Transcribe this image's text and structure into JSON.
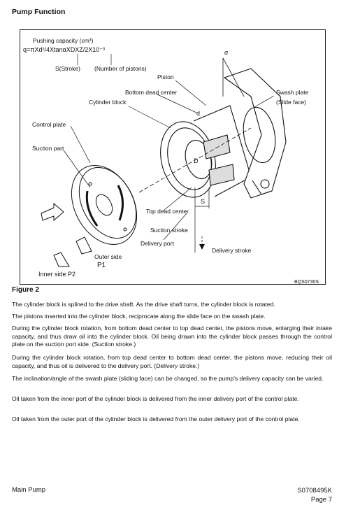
{
  "section_title": "Pump Function",
  "figure": {
    "formula_title": "Pushing capacity (cm³)",
    "formula": "q=πXd²/4XtanαXDXZ/2X10⁻³",
    "formula_s_label": "S(Stroke)",
    "formula_z_label": "(Number of pistons)",
    "labels": {
      "piston": "Piston",
      "bottom_dead_center": "Bottom dead center",
      "cylinder_block": "Cylinder block",
      "swash_plate": "Swash plate",
      "slide_face": "(Slide face)",
      "control_plate": "Control plate",
      "suction_part": "Suction part",
      "top_dead_center": "Top dead center",
      "suction_stroke": "Suction stroke",
      "delivery_port": "Delivery port",
      "delivery_stroke": "Delivery stroke",
      "outer_side": "Outer side",
      "p1": "P1",
      "inner_side": "Inner side P2",
      "alpha": "α",
      "d": "d",
      "d_upper": "D",
      "s": "S",
      "code": "BQS0730S"
    },
    "caption": "Figure 2"
  },
  "paragraphs": [
    "The cylinder block is splined to the drive shaft. As the drive shaft turns, the cylinder block is rotated.",
    "The pistons inserted into the cylinder block, reciprocate along the slide face on the swash plate.",
    "During the cylinder block rotation, from bottom dead center to top dead center, the pistons move, enlarging their intake capacity, and thus draw oil into the cylinder block. Oil being drawn into the cylinder block passes through the control plate on the suction port side. (Suction stroke.)",
    "During the cylinder block rotation, from top dead center to bottom dead center, the pistons move, reducing their oil capacity, and thus oil is delivered to the delivery port. (Delivery stroke.)",
    "The inclination/angle of the swash plate (sliding face) can be changed, so the pump's delivery capacity can be varied.",
    "Oil taken from the inner port of the cylinder block is delivered from the inner delivery port of the control plate.",
    "Oil taken from the outer port of the cylinder block is delivered from the outer delivery port of the control plate."
  ],
  "footer": {
    "left": "Main Pump",
    "doc_code": "S0708495K",
    "page": "Page 7"
  }
}
